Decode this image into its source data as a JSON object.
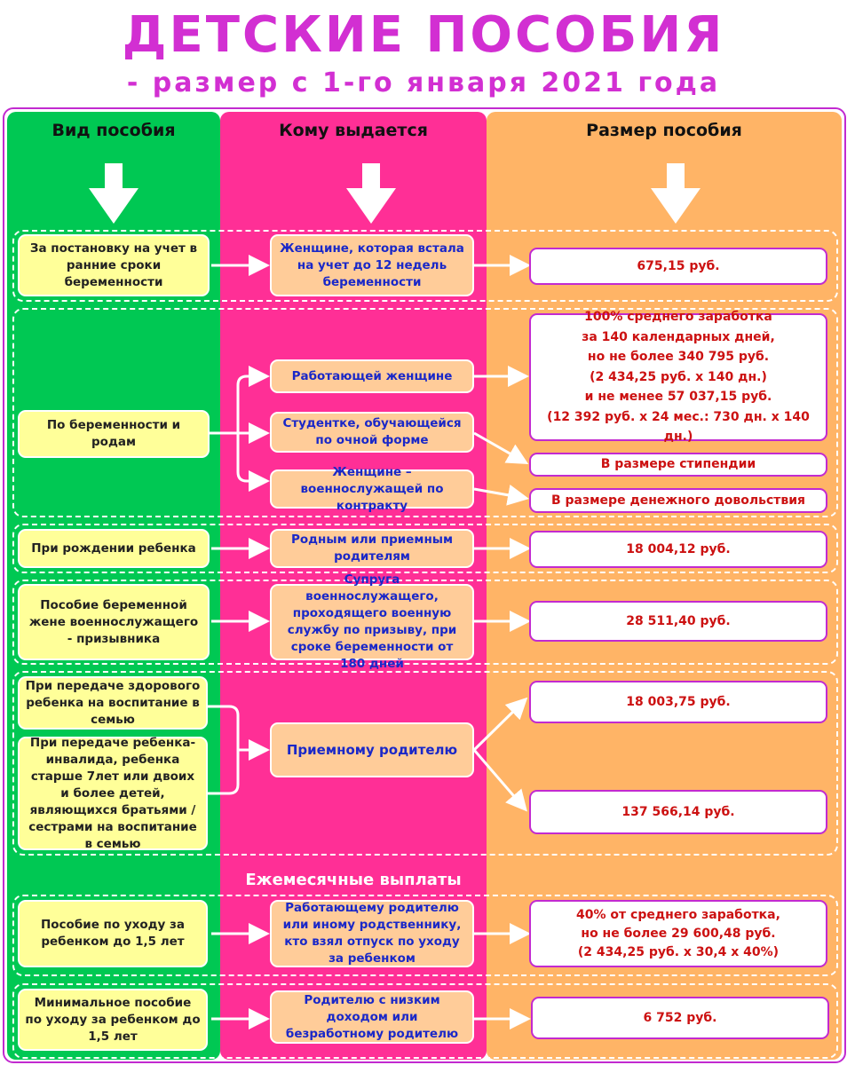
{
  "title": "ДЕТСКИЕ  ПОСОБИЯ",
  "subtitle": "- размер с 1-го января 2021 года",
  "columns": {
    "type": "Вид пособия",
    "recipient": "Кому выдается",
    "amount": "Размер пособия"
  },
  "rows": {
    "early": {
      "type": "За постановку на учет в ранние сроки беременности",
      "recipient": "Женщине, которая встала на учет до 12 недель беременности",
      "amount": "675,15 руб."
    },
    "maternity": {
      "type": "По беременности и родам",
      "recipient_working": "Работающей женщине",
      "recipient_student": "Студентке, обучающейся по очной форме",
      "recipient_military": "Женщине – военнослужащей по контракту",
      "amount_working": [
        "100% среднего заработка",
        "за 140 календарных дней,",
        "но не более 340 795 руб.",
        "(2 434,25 руб. х 140 дн.)",
        "и не менее 57 037,15 руб.",
        "(12 392 руб. х 24 мес.: 730 дн. х 140 дн.)"
      ],
      "amount_student": "В размере стипендии",
      "amount_military": "В размере денежного довольствия"
    },
    "birth": {
      "type": "При рождении ребенка",
      "recipient": "Родным или приемным родителям",
      "amount": "18 004,12 руб."
    },
    "conscript": {
      "type": "Пособие беременной жене военнослужащего - призывника",
      "recipient": "Супруга военнослужащего, проходящего военную службу по призыву, при сроке беременности от 180 дней",
      "amount": "28 511,40 руб."
    },
    "adoption": {
      "type_healthy": "При передаче здорового ребенка на воспитание в семью",
      "type_disabled": "При передаче ребенка-инвалида, ребенка старше 7лет или двоих и более детей, являющихся братьями / сестрами на воспитание в семью",
      "recipient": "Приемному родителю",
      "amount_healthy": "18 003,75 руб.",
      "amount_disabled": "137 566,14 руб."
    }
  },
  "monthly_heading": "Ежемесячные выплаты",
  "monthly": {
    "care": {
      "type": "Пособие по уходу за ребенком до 1,5 лет",
      "recipient": "Работающему родителю или иному родственнику, кто взял отпуск по уходу за ребенком",
      "amount": [
        "40% от среднего заработка,",
        "но не более 29 600,48 руб.",
        "(2 434,25 руб. х 30,4 х 40%)"
      ]
    },
    "minimal": {
      "type": "Минимальное пособие по уходу за ребенком до 1,5 лет",
      "recipient": "Родителю с низким доходом или безработному родителю",
      "amount": "6 752 руб."
    }
  },
  "colors": {
    "title": "#d22fd2",
    "green_column": "#00c853",
    "pink_column": "#ff2f96",
    "orange_column": "#ffb466",
    "type_box": "#ffff99",
    "recipient_box": "#ffcc99",
    "recipient_text": "#1a28c8",
    "amount_text": "#cc1111",
    "amount_border": "#c22ad0"
  },
  "icons": [
    "down-arrow-icon",
    "right-arrow-icon"
  ]
}
